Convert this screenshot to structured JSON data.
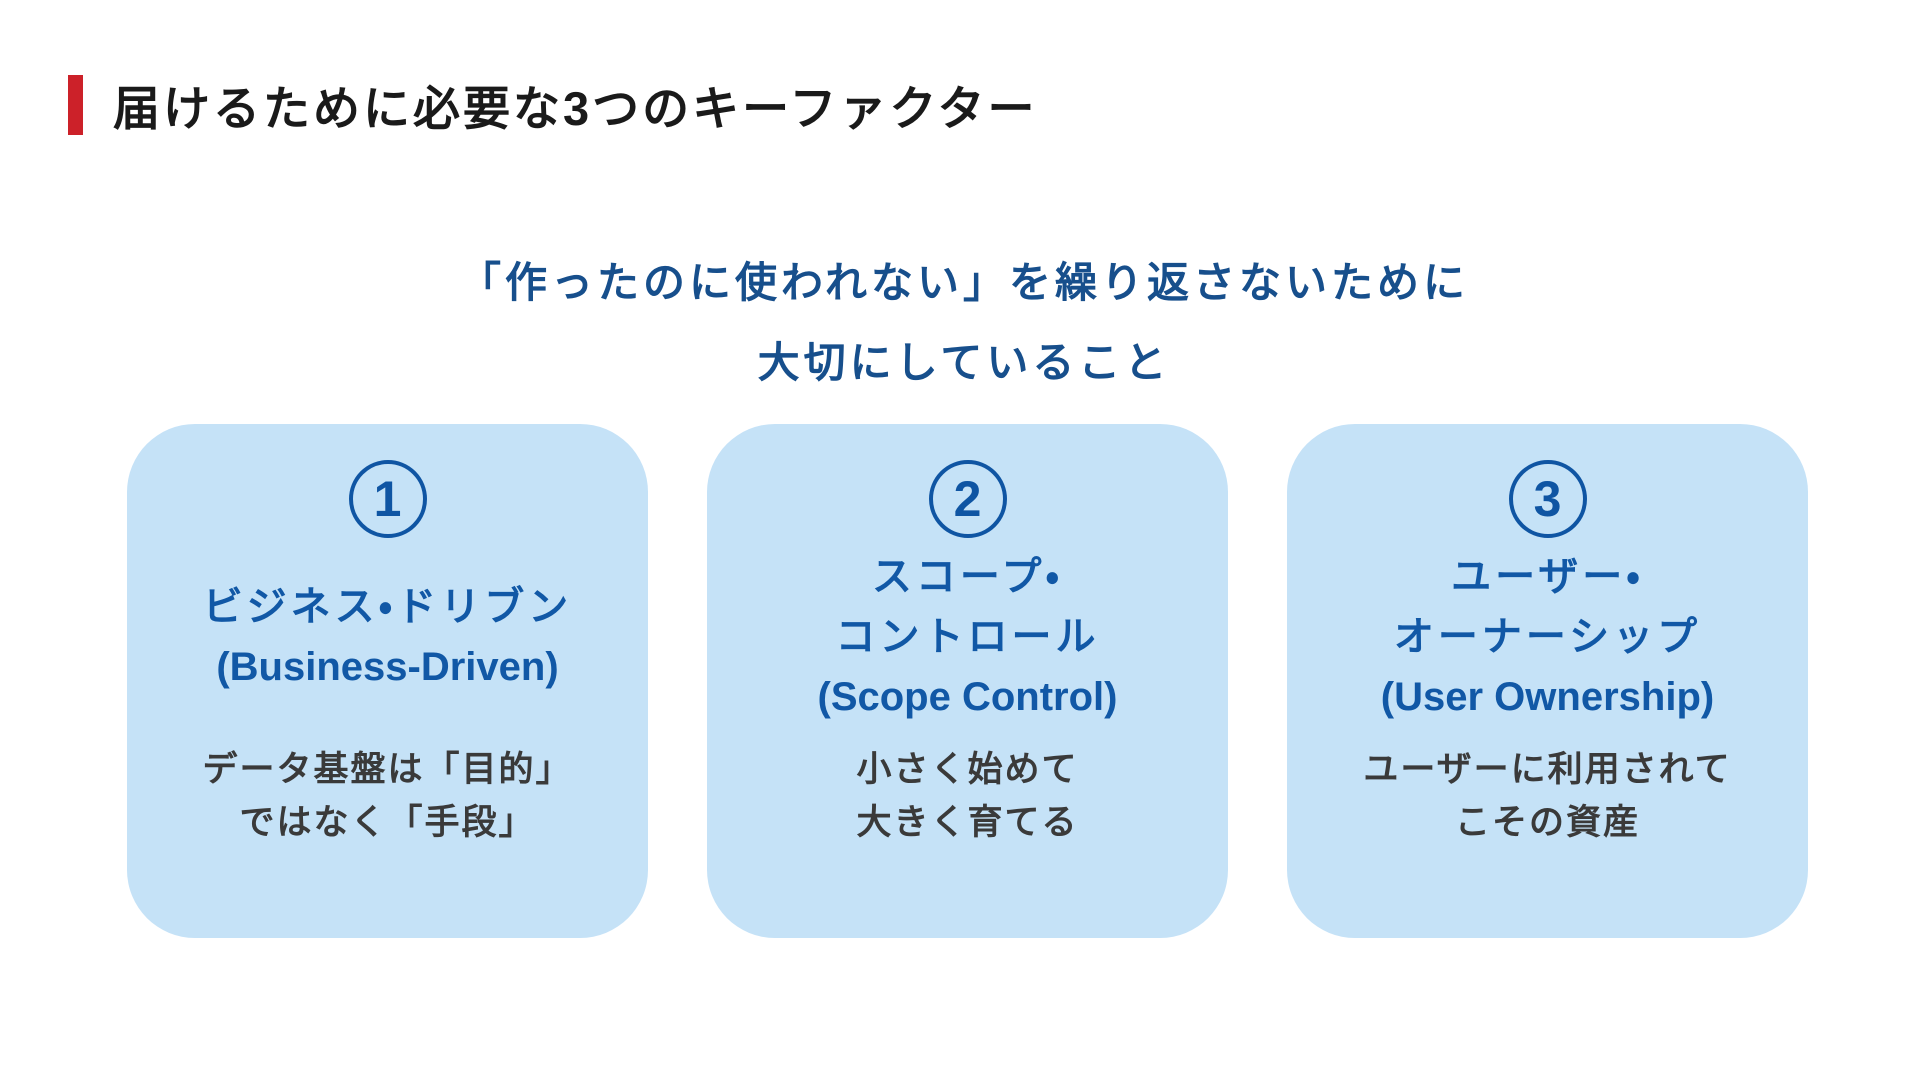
{
  "page": {
    "background_color": "#ffffff"
  },
  "title": {
    "text": "届けるために必要な3つのキーファクター",
    "accent_bar_color": "#CC2129",
    "text_color": "#1a1a1a"
  },
  "subtitle": {
    "line1": "「作ったのに使われない」を繰り返さないために",
    "line2": "大切にしていること",
    "color": "#174F8C"
  },
  "cards": [
    {
      "number": "1",
      "title_jp_lines": [
        "ビジネス・ドリブン"
      ],
      "title_en": "(Business-Driven)",
      "body_lines": [
        "データ基盤は「目的」",
        "ではなく「手段」"
      ]
    },
    {
      "number": "2",
      "title_jp_lines": [
        "スコープ・",
        "コントロール"
      ],
      "title_en": "(Scope Control)",
      "body_lines": [
        "小さく始めて",
        "大きく育てる"
      ]
    },
    {
      "number": "3",
      "title_jp_lines": [
        "ユーザー・",
        "オーナーシップ"
      ],
      "title_en": "(User Ownership)",
      "body_lines": [
        "ユーザーに利用されて",
        "こその資産"
      ]
    }
  ],
  "colors": {
    "card_background": "#C5E2F7",
    "card_title_blue": "#1158A6",
    "number_circle_blue": "#0F55A3",
    "body_text_gray": "#3A3A3A"
  }
}
